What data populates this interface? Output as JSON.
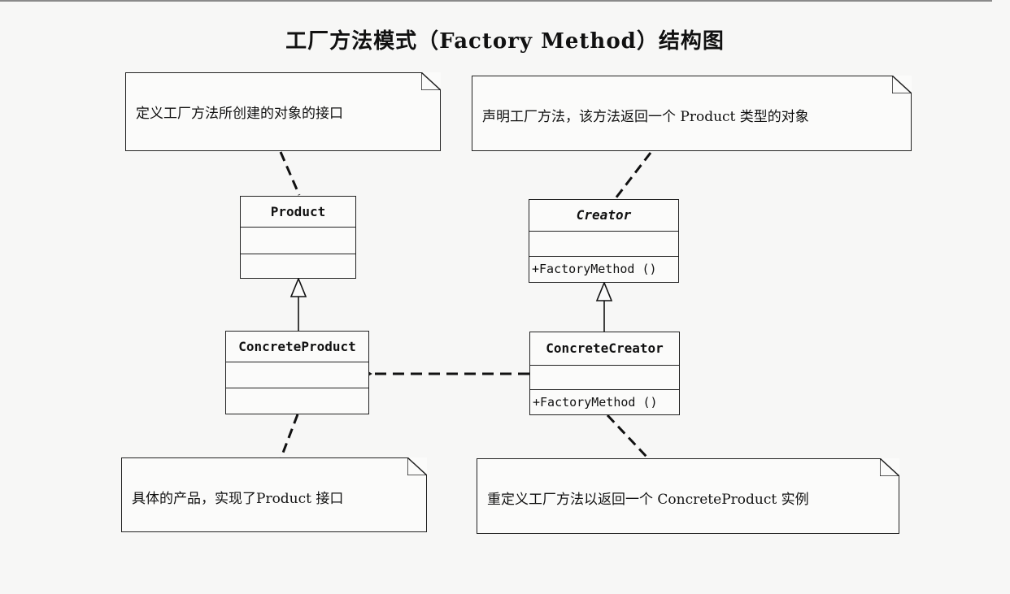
{
  "title": "工厂方法模式（Factory Method）结构图",
  "notes": {
    "product_note": "定义工厂方法所创建的对象的接口",
    "creator_note": "声明工厂方法，该方法返回一个 Product 类型的对象",
    "concrete_product_note": "具体的产品，实现了Product 接口",
    "concrete_creator_note": "重定义工厂方法以返回一个 ConcreteProduct 实例"
  },
  "classes": {
    "product": {
      "name": "Product",
      "abstract": false
    },
    "creator": {
      "name": "Creator",
      "abstract": true,
      "operation": "+FactoryMethod ()"
    },
    "concrete_product": {
      "name": "ConcreteProduct",
      "abstract": false
    },
    "concrete_creator": {
      "name": "ConcreteCreator",
      "abstract": false,
      "operation": "+FactoryMethod ()"
    }
  }
}
